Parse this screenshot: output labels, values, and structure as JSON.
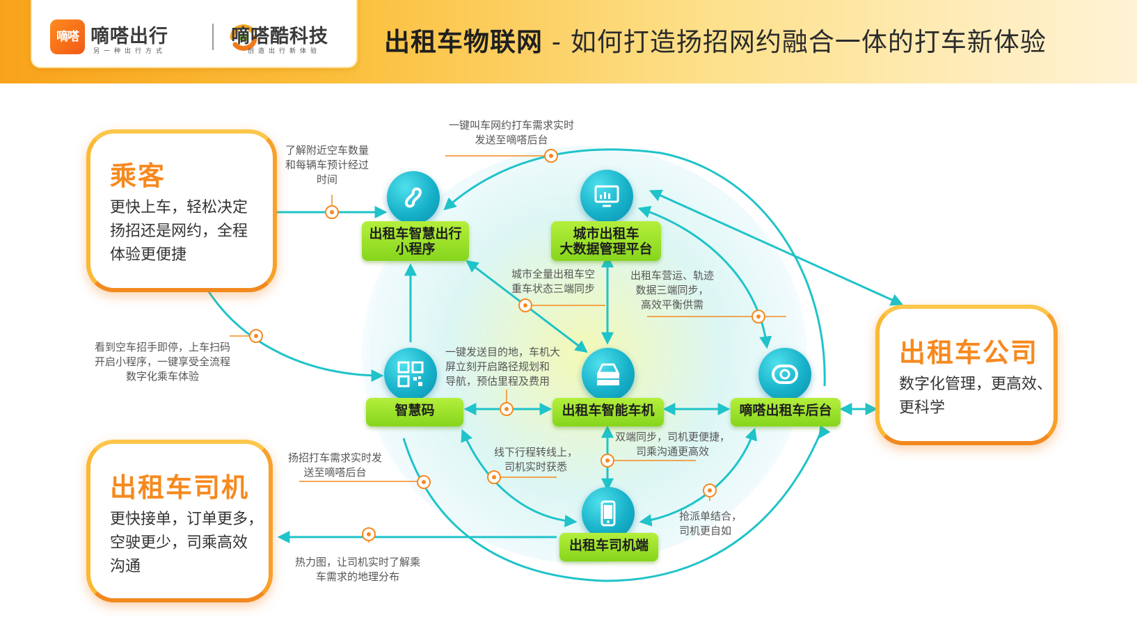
{
  "header": {
    "title_bold": "出租车物联网",
    "title_rest": " - 如何打造扬招网约融合一体的打车新体验",
    "logo1": {
      "mark": "嘀嗒",
      "name": "嘀嗒出行",
      "tagline": "另一种出行方式"
    },
    "logo2": {
      "name": "嘀嗒酷科技",
      "tagline": "创造出行新体验"
    }
  },
  "roles": {
    "passenger": {
      "title": "乘客",
      "lines": [
        "更快上车，轻松决定",
        "扬招还是网约，全程",
        "体验更便捷"
      ]
    },
    "driver": {
      "title": "出租车司机",
      "lines": [
        "更快接单，订单更多，",
        "空驶更少，司乘高效",
        "沟通"
      ]
    },
    "company": {
      "title": "出租车公司",
      "lines": [
        "数字化管理，更高效、",
        "更科学"
      ]
    }
  },
  "nodes": {
    "miniapp": {
      "lines": [
        "出租车智慧出行",
        "小程序"
      ],
      "icon": "miniprogram-icon"
    },
    "bigdata": {
      "lines": [
        "城市出租车",
        "大数据管理平台"
      ],
      "icon": "monitor-chart-icon"
    },
    "qrcode": {
      "lines": [
        "智慧码"
      ],
      "icon": "qr-code-icon"
    },
    "terminal": {
      "lines": [
        "出租车智能车机"
      ],
      "icon": "car-terminal-icon"
    },
    "backend": {
      "lines": [
        "嘀嗒出租车后台"
      ],
      "icon": "didi-backend-icon"
    },
    "driver_app": {
      "lines": [
        "出租车司机端"
      ],
      "icon": "phone-icon"
    }
  },
  "notes": {
    "top": [
      "一键叫车网约打车需求实时",
      "发送至嘀嗒后台"
    ],
    "nearby": [
      "了解附近空车数量",
      "和每辆车预计经过",
      "时间"
    ],
    "scan": [
      "看到空车招手即停，上车扫码",
      "开启小程序，一键享受全流程",
      "数字化乘车体验"
    ],
    "city_status": [
      "城市全量出租车空",
      "重车状态三端同步"
    ],
    "sync_supply": [
      "出租车营运、轨迹",
      "数据三端同步，",
      "高效平衡供需"
    ],
    "destination": [
      "一键发送目的地，车机大",
      "屏立刻开启路径规划和",
      "导航，预估里程及费用"
    ],
    "wave_send": [
      "扬招打车需求实时发",
      "送至嘀嗒后台"
    ],
    "offline": [
      "线下行程转线上，",
      "司机实时获悉"
    ],
    "dual_sync": [
      "双端同步，司机更便捷，",
      "司乘沟通更高效"
    ],
    "dispatch": [
      "抢派单结合，",
      "司机更自如"
    ],
    "heatmap": [
      "热力图，让司机实时了解乘",
      "车需求的地理分布"
    ]
  },
  "colors": {
    "accent_orange": "#f6891f",
    "teal": "#1fc3c9",
    "green": "#8fd925"
  }
}
